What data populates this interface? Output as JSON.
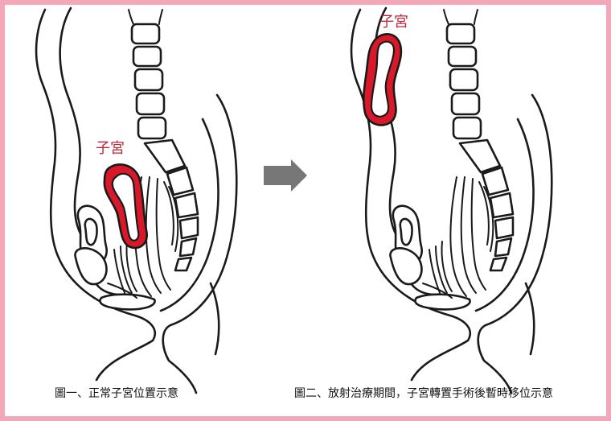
{
  "diagram": {
    "left_panel": {
      "label_uterus": "子宮",
      "caption": "圖一、正常子宮位置示意"
    },
    "right_panel": {
      "label_uterus": "子宮",
      "caption": "圖二、放射治療期間，子宮轉置手術後暫時移位示意"
    },
    "arrow_color": "#777777",
    "uterus_color": "#d8192a",
    "label_color": "#c0263a",
    "border_color": "#f4a7b9"
  }
}
